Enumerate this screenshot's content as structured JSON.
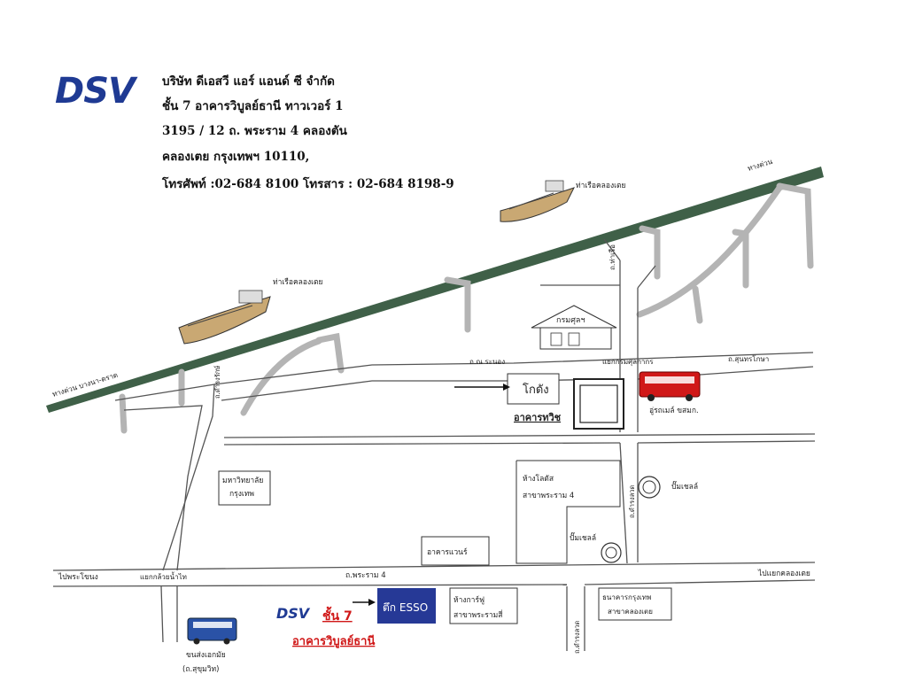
{
  "company": {
    "logo": "DSV",
    "name_line": "บริษัท ดีเอสวี แอร์ แอนด์ ซี จำกัด",
    "address_line1": "ชั้น 7 อาคารวิบูลย์ธานี ทาวเวอร์ 1",
    "address_line2": "3195 / 12 ถ. พระราม 4 คลองตัน",
    "address_line3": "คลองเตย กรุงเทพฯ 10110,",
    "contact_line": "โทรศัพท์ :02-684 8100   โทรสาร : 02-684 8198-9"
  },
  "map": {
    "labels": {
      "expressway_left": "ทางด่วน บางนา-ตราด",
      "expressway_right": "ทางด่วน",
      "port_left": "ท่าเรือคลองเตย",
      "port_right": "ท่าเรือคลองเตย",
      "road_vertical_top": "ถ.ท่าเรือ",
      "road_kasem": "ถ.ณ ระนอง",
      "road_sukhumvit": "ถ.สุนทรโกษา",
      "junction_top": "แยกกรมศุลกากร",
      "road_left_vertical": "ถ.ดำรงรักษ์",
      "customs": "กรมศุลฯ",
      "bus_depot": "อู่รถเมล์ ขสมก.",
      "kodang": "โกดัง",
      "building_tawit": "อาคารทวิช",
      "university": "มหาวิทยาลัย\nกรุงเทพ",
      "lotus": "ห้างโลตัส\nสาขาพระราม 4",
      "shell_right": "ปั๊มเชลล์",
      "shell_mid": "ปั๊มเชลล์",
      "apartment": "อาคารแวนร์",
      "road_rama4": "ถ.พระราม 4",
      "go_phrakhanong": "ไปพระโขนง",
      "junction_bottom": "แยกกล้วยน้ำไท",
      "go_klongtoey": "ไปแยกคลองเตย",
      "road_vertical_mid": "ถ.ดำรงลวด",
      "road_vertical_bottom": "ถ.ดำรงลวด",
      "esso": "ตึก ESSO",
      "dsv_small": "DSV",
      "floor7": "ชั้น 7",
      "wiboon": "อาคารวิบูลย์ธานี",
      "foodland": "ห้างการ์ฟู\nสาขาพระรามสี่",
      "bank": "ธนาคารกรุงเทพ\nสาขาคลองเตย",
      "bus_terminal": "ขนส่งเอกมัย\n(ถ.สุขุมวิท)"
    },
    "colors": {
      "brand_blue": "#1f3a93",
      "expressway": "#3f6048",
      "road_line": "#555555",
      "ramp_gray": "#b4b4b4",
      "highlight_red": "#d01818",
      "esso_bg": "#263996"
    }
  }
}
